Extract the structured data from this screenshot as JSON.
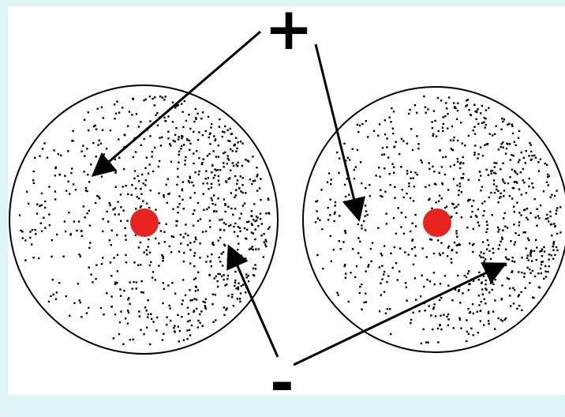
{
  "labels": {
    "positive": "+",
    "negative": "-"
  },
  "colors": {
    "background": "#dff4f4",
    "panel": "#ffffff",
    "nucleus": "#e8231f",
    "outline": "#000000"
  },
  "atoms": [
    {
      "name": "left-atom",
      "dense_side": "right"
    },
    {
      "name": "right-atom",
      "dense_side": "right"
    }
  ]
}
